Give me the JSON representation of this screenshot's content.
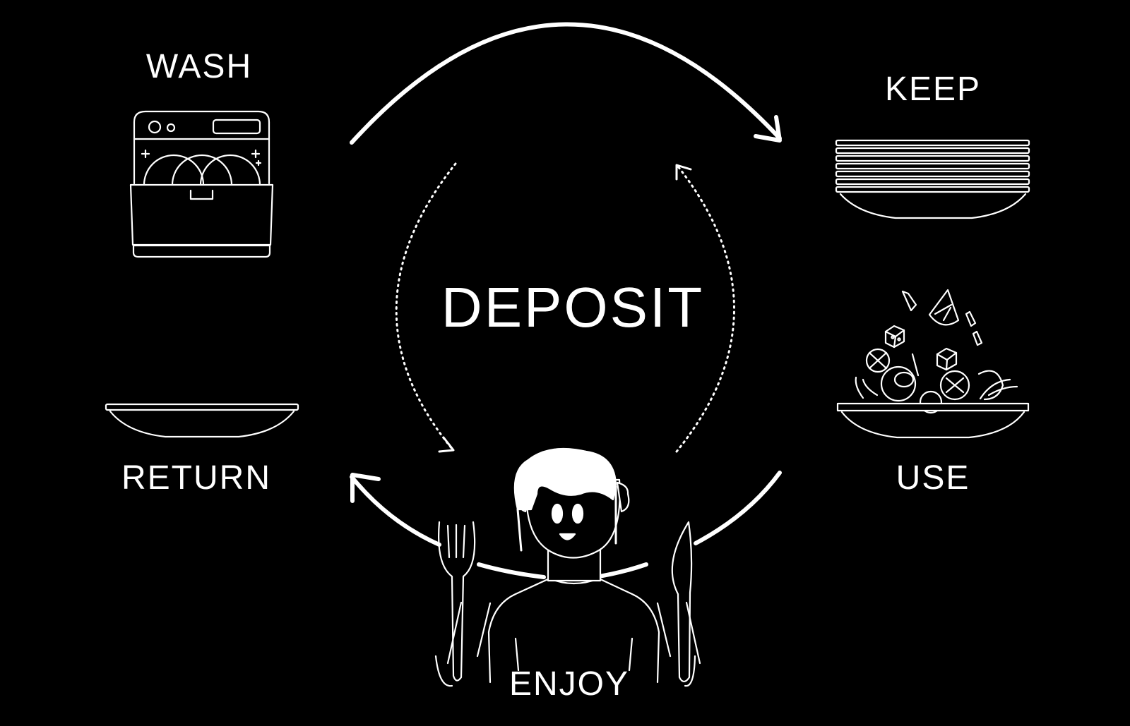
{
  "colors": {
    "background": "#000000",
    "foreground": "#ffffff"
  },
  "center": {
    "label": "DEPOSIT"
  },
  "steps": [
    {
      "label": "WASH",
      "icon": "dishwasher-icon"
    },
    {
      "label": "KEEP",
      "icon": "stacked-plates-icon"
    },
    {
      "label": "USE",
      "icon": "salad-bowl-icon"
    },
    {
      "label": "ENJOY",
      "icon": "person-with-fork-and-knife-icon"
    },
    {
      "label": "RETURN",
      "icon": "empty-plate-icon"
    }
  ]
}
